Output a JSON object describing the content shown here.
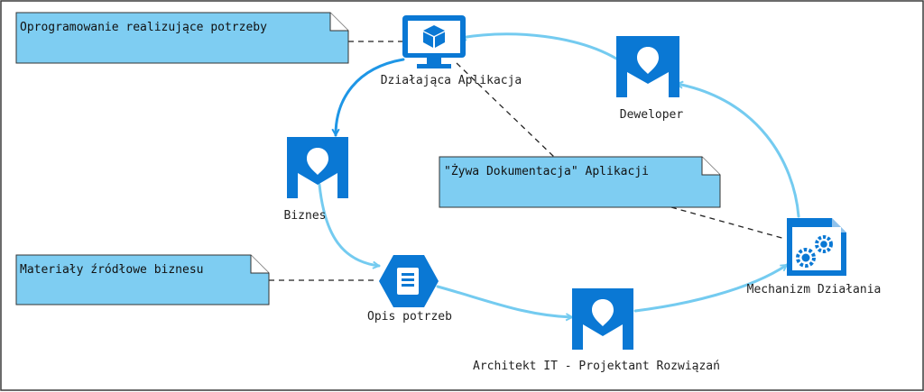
{
  "nodes": {
    "app": {
      "label": "Działająca Aplikacja",
      "icon": "monitor-cube-icon"
    },
    "developer": {
      "label": "Deweloper",
      "icon": "person-icon"
    },
    "business": {
      "label": "Biznes",
      "icon": "person-icon"
    },
    "requirements": {
      "label": "Opis potrzeb",
      "icon": "document-hexagon-icon"
    },
    "architect": {
      "label": "Architekt IT - Projektant Rozwiązań",
      "icon": "person-icon"
    },
    "mechanism": {
      "label": "Mechanizm Działania",
      "icon": "gears-document-icon"
    }
  },
  "notes": {
    "software": "Oprogramowanie realizujące potrzeby",
    "living_docs": "\"Żywa Dokumentacja\" Aplikacji",
    "source_materials": "Materiały źródłowe biznesu"
  },
  "colors": {
    "icon_blue": "#0a78d4",
    "flow_light": "#74cbf0",
    "flow_dark": "#1e96e6",
    "note_fill": "#7ecdf2",
    "frame": "#3a3a3a"
  }
}
